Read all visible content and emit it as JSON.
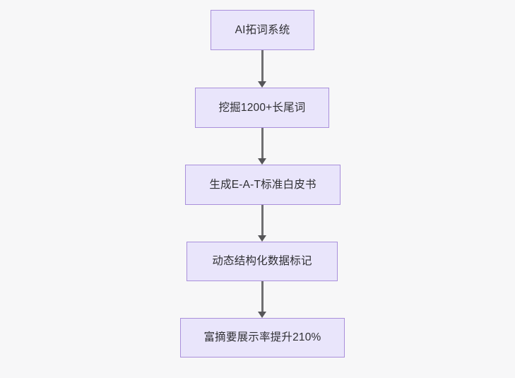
{
  "diagram": {
    "type": "flowchart",
    "direction": "top-to-bottom",
    "background_color": "#f7f7f8",
    "node_fill_color": "#e9e5fb",
    "node_border_color": "#a98fdb",
    "node_text_color": "#2f2f33",
    "edge_color": "#6f6f72",
    "nodes": [
      {
        "id": "n1",
        "label": "AI拓词系统"
      },
      {
        "id": "n2",
        "label": "挖掘1200+长尾词"
      },
      {
        "id": "n3",
        "label": "生成E-A-T标准白皮书"
      },
      {
        "id": "n4",
        "label": "动态结构化数据标记"
      },
      {
        "id": "n5",
        "label": "富摘要展示率提升210%"
      }
    ],
    "edges": [
      {
        "id": "e1",
        "from": "n1",
        "to": "n2",
        "arrow": "arrow-down-icon"
      },
      {
        "id": "e2",
        "from": "n2",
        "to": "n3",
        "arrow": "arrow-down-icon"
      },
      {
        "id": "e3",
        "from": "n3",
        "to": "n4",
        "arrow": "arrow-down-icon"
      },
      {
        "id": "e4",
        "from": "n4",
        "to": "n5",
        "arrow": "arrow-down-icon"
      }
    ]
  }
}
